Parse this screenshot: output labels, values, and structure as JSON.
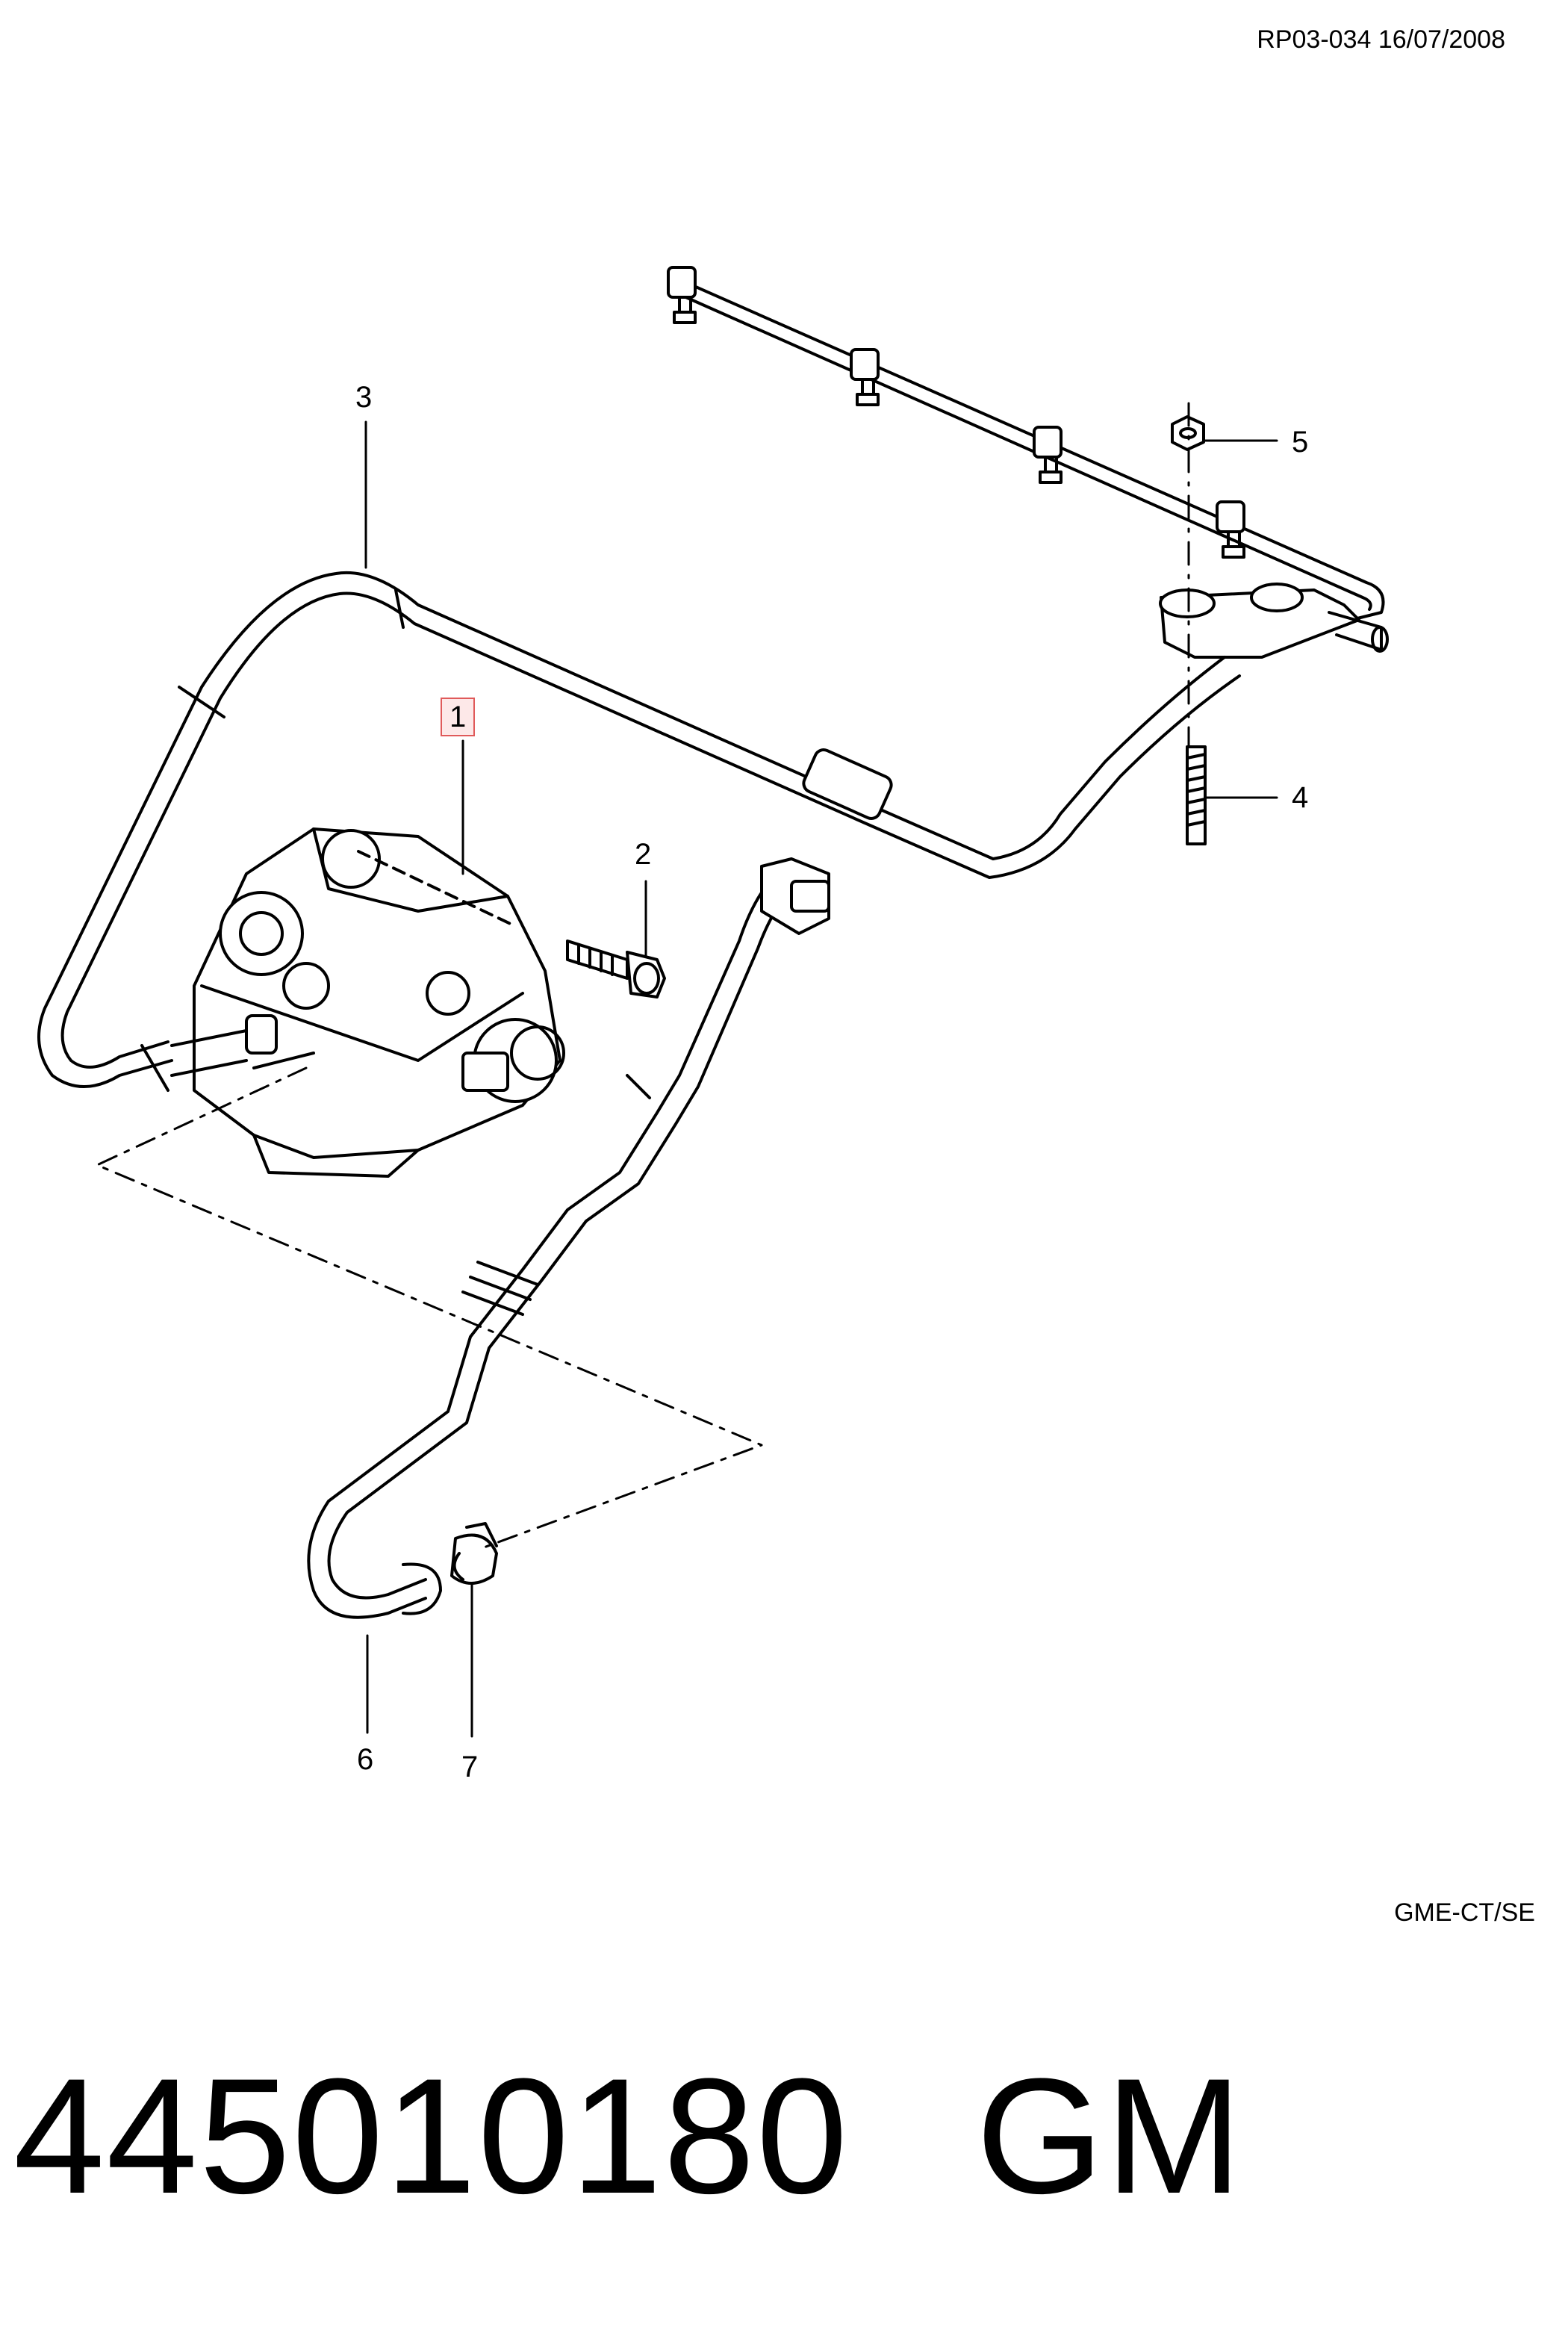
{
  "header": {
    "ref": "RP03-034 16/07/2008"
  },
  "footer": {
    "code": "GME-CT/SE"
  },
  "part_number": {
    "number": "445010180",
    "brand": "GM"
  },
  "callouts": [
    "1",
    "2",
    "3",
    "4",
    "5",
    "6",
    "7"
  ],
  "highlight_color": "#e05a5a"
}
